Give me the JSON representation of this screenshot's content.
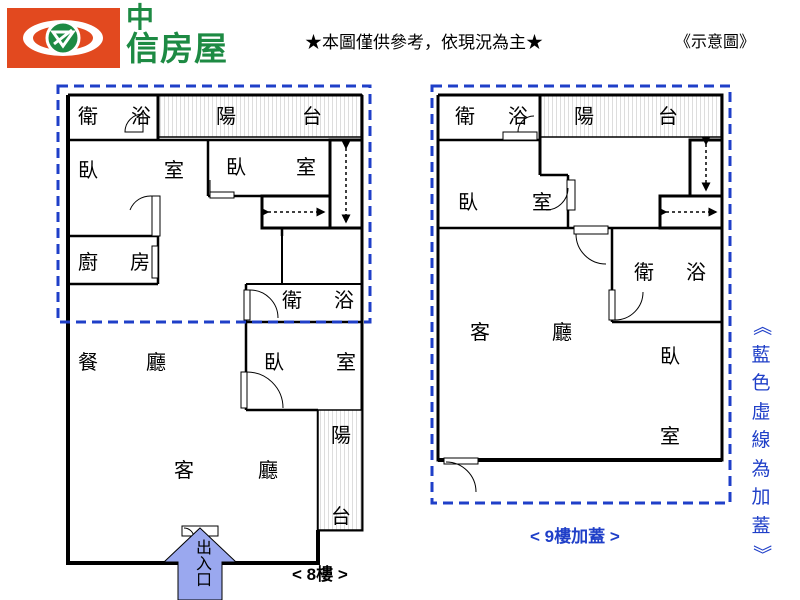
{
  "header": {
    "logo_line1": "中",
    "logo_line2": "信房屋",
    "notice": "★本圖僅供參考，依現況為主★",
    "schematic": "《示意圖》"
  },
  "floor8": {
    "label": "< 8樓 >",
    "bathroom_top": [
      "衛",
      "浴"
    ],
    "balcony_top": [
      "陽",
      "台"
    ],
    "bedroom_1": [
      "臥",
      "室"
    ],
    "bedroom_2": [
      "臥",
      "室"
    ],
    "kitchen": [
      "廚",
      "房"
    ],
    "bathroom_2": [
      "衛",
      "浴"
    ],
    "dining": [
      "餐",
      "廳"
    ],
    "bedroom_3": [
      "臥",
      "室"
    ],
    "balcony_side": [
      "陽",
      "台"
    ],
    "living": [
      "客",
      "廳"
    ],
    "entrance": "出入口"
  },
  "floor9": {
    "label": "< 9樓加蓋 >",
    "bathroom_top": [
      "衛",
      "浴"
    ],
    "balcony_top": [
      "陽",
      "台"
    ],
    "bedroom_1": [
      "臥",
      "室"
    ],
    "bathroom_2": [
      "衛",
      "浴"
    ],
    "living": [
      "客",
      "廳"
    ],
    "bedroom_2": [
      "臥",
      "室"
    ]
  },
  "side_note": "《藍色虛線為加蓋》",
  "colors": {
    "brand_orange": "#e2491f",
    "brand_green": "#1d8a43",
    "dashed_blue": "#1f3fc8",
    "arrow_fill": "#9aa8ef",
    "balcony_gray": "#bbbbbb"
  }
}
